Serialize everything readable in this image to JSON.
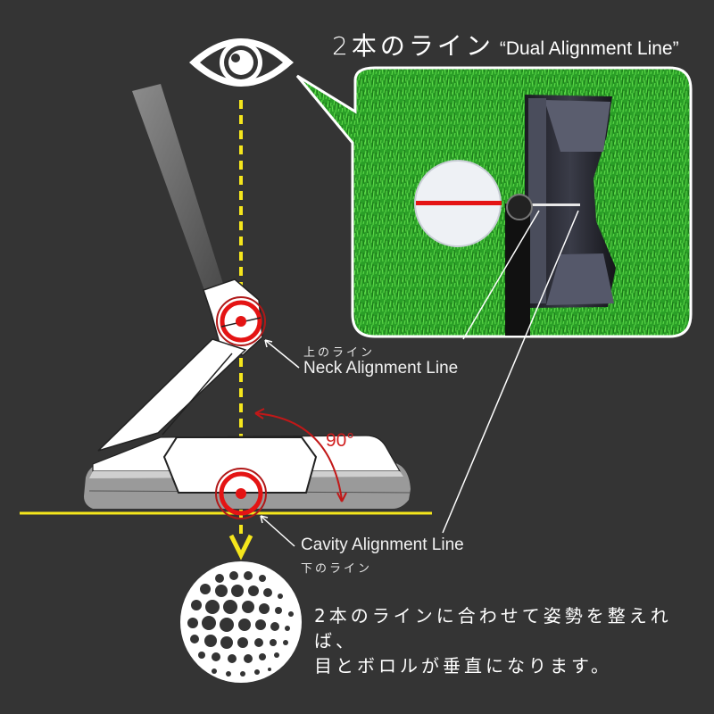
{
  "title": {
    "japanese": "2本のライン",
    "english": "“Dual Alignment Line”"
  },
  "labels": {
    "neck": {
      "japanese": "上のライン",
      "english": "Neck Alignment Line"
    },
    "cavity": {
      "english": "Cavity Alignment Line",
      "japanese": "下のライン"
    },
    "angle": "90°"
  },
  "caption": {
    "line1": "2本のラインに合わせて姿勢を整えれば、",
    "line2": "目とボロルが垂直になります。"
  },
  "icons": {
    "eye": "eye-icon",
    "golf_ball": "golf-ball-icon",
    "putter": "putter-illustration",
    "photo": "putter-on-grass-photo"
  },
  "colors": {
    "background": "#343434",
    "alignment_yellow": "#f5e61c",
    "target_red": "#e41414",
    "grass_green": "#2fae2a",
    "white": "#ffffff",
    "putter_gray": "#9a9a9a"
  }
}
